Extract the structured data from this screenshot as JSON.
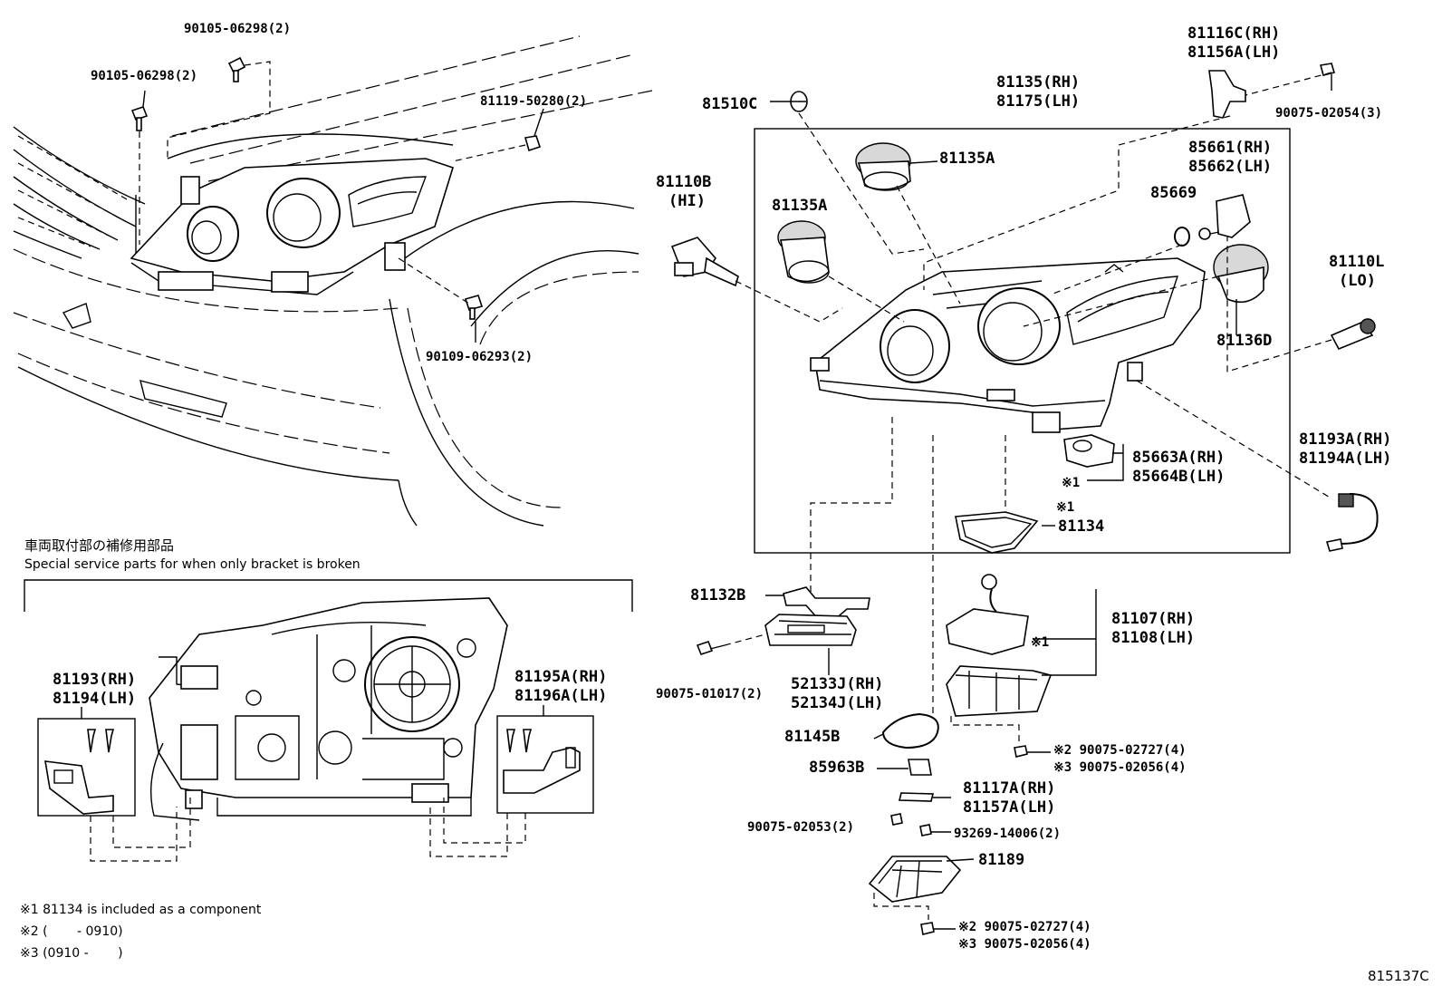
{
  "labels": {
    "p_90105_a": "90105-06298(2)",
    "p_90105_b": "90105-06298(2)",
    "p_81119": "81119-50280(2)",
    "p_90109": "90109-06293(2)",
    "p_81510c": "81510C",
    "p_81135_rh": "81135(RH)",
    "p_81175_lh": "81175(LH)",
    "p_81116c_rh": "81116C(RH)",
    "p_81156a_lh": "81156A(LH)",
    "p_90075_02054": "90075-02054(3)",
    "p_81135a_1": "81135A",
    "p_81135a_2": "81135A",
    "p_81110b": "81110B",
    "p_81110b_hi": "(HI)",
    "p_85661_rh": "85661(RH)",
    "p_85662_lh": "85662(LH)",
    "p_85669": "85669",
    "p_81110l": "81110L",
    "p_81110l_lo": "(LO)",
    "p_81136d": "81136D",
    "p_81193a_rh": "81193A(RH)",
    "p_81194a_lh": "81194A(LH)",
    "p_85663a_rh": "85663A(RH)",
    "p_85664b_lh": "85664B(LH)",
    "p_note1_a": "※1",
    "p_note1_b": "※1",
    "p_81134": "81134",
    "p_81132b": "81132B",
    "p_90075_01017": "90075-01017(2)",
    "p_52133j_rh": "52133J(RH)",
    "p_52134j_lh": "52134J(LH)",
    "p_81107_rh": "81107(RH)",
    "p_81108_lh": "81108(LH)",
    "p_note1_c": "※1",
    "p_90075_02727_a": "※2 90075-02727(4)",
    "p_90075_02056_a": "※3 90075-02056(4)",
    "p_81145b": "81145B",
    "p_85963b": "85963B",
    "p_81117a_rh": "81117A(RH)",
    "p_81157a_lh": "81157A(LH)",
    "p_90075_02053": "90075-02053(2)",
    "p_93269": "93269-14006(2)",
    "p_81189": "81189",
    "p_90075_02727_b": "※2 90075-02727(4)",
    "p_90075_02056_b": "※3 90075-02056(4)",
    "p_81193_rh": "81193(RH)",
    "p_81194_lh": "81194(LH)",
    "p_81195a_rh": "81195A(RH)",
    "p_81196a_lh": "81196A(LH)"
  },
  "section": {
    "title_jp": "車両取付部の補修用部品",
    "title_en": "Special service parts for when only bracket is broken"
  },
  "footnotes": {
    "note1": "※1 81134 is included as a component",
    "note2": "※2 (　　 - 0910)",
    "note3": "※3 (0910 - 　　)"
  },
  "figure_id": "815137C",
  "colors": {
    "line": "#000000",
    "background": "#ffffff"
  }
}
